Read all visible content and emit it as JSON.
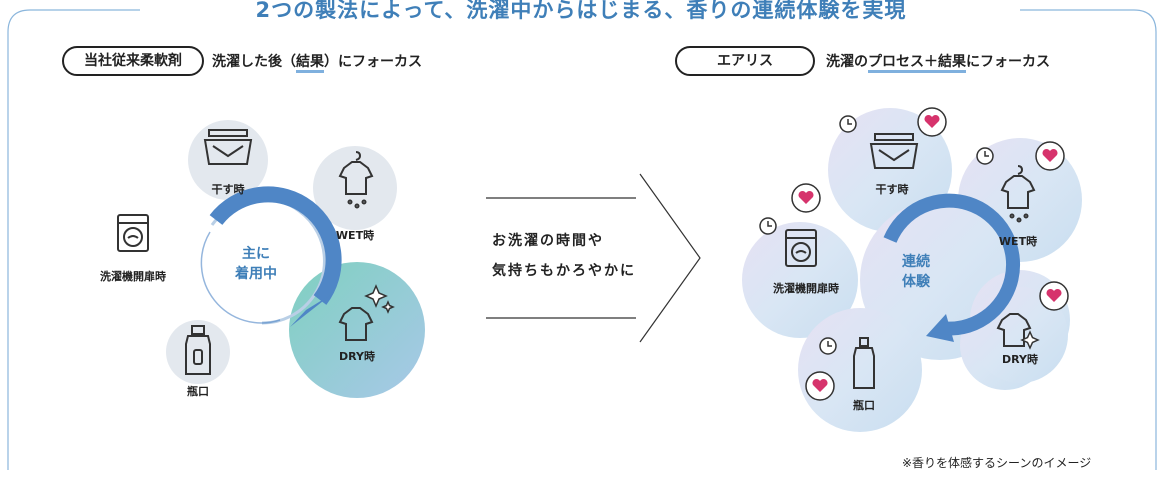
{
  "title": "2つの製法によって、洗濯中からはじまる、香りの連続体験を実現",
  "left": {
    "badge": "当社従来柔軟剤",
    "heading_pre": "洗濯した後（",
    "heading_hl": "結果",
    "heading_post": "）にフォーカス",
    "center_line1": "主に",
    "center_line2": "着用中",
    "labels": {
      "dry_room": "干す時",
      "wet": "WET時",
      "washer": "洗濯機開扉時",
      "bottle": "瓶口",
      "dry": "DRY時"
    }
  },
  "middle": {
    "line1": "お洗濯の時間や",
    "line2": "気持ちもかろやかに"
  },
  "right": {
    "badge": "エアリス",
    "heading_pre": "洗濯の",
    "heading_hl": "プロセス＋結果",
    "heading_post": "にフォーカス",
    "center_line1": "連続",
    "center_line2": "体験",
    "labels": {
      "dry_room": "干す時",
      "wet": "WET時",
      "washer": "洗濯機開扉時",
      "bottle": "瓶口",
      "dry": "DRY時"
    }
  },
  "footnote": "※香りを体感するシーンのイメージ",
  "colors": {
    "accent_blue": "#3f7fb8",
    "arrow_blue": "#4f86c6",
    "circle_gray": "#e3e8ee",
    "heart_pink": "#d6336c",
    "highlight_underline": "#7fb0de"
  },
  "icons": [
    "laundry-basket-icon",
    "tshirt-icon",
    "washing-machine-icon",
    "bottle-icon",
    "sparkle-icon",
    "clock-icon",
    "heart-bubble-icon",
    "chevron-right-icon"
  ]
}
